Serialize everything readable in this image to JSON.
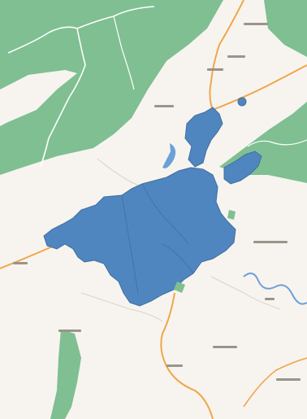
{
  "map": {
    "colors": {
      "background": "#f7f4ef",
      "forest": "#7fbf92",
      "highlight_area": "#4f86c0",
      "highlight_outline": "#3f6f9f",
      "water": "#6aa1d8",
      "major_road": "#f0a64a",
      "minor_road": "#ffffff"
    },
    "layers": [
      "forest",
      "water",
      "roads",
      "highlighted-region",
      "labels"
    ],
    "attribution": ""
  }
}
